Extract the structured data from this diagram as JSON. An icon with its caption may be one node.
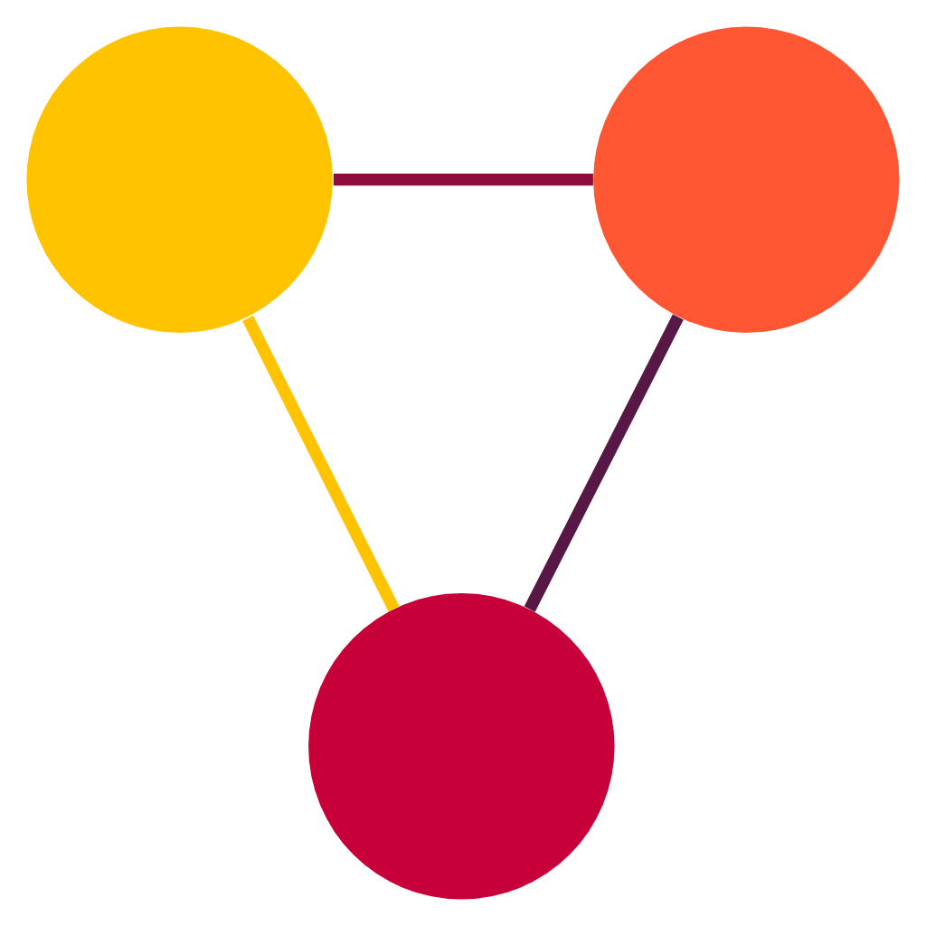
{
  "diagram": {
    "nodes": [
      {
        "text": [],
        "shape": "circle"
      },
      {
        "text": [],
        "shape": "circle"
      },
      {
        "text": [],
        "shape": "circle"
      }
    ],
    "edges": [
      {
        "from": 0,
        "to": 1,
        "arrow": "none",
        "color": "#900c3f"
      },
      {
        "from": 0,
        "to": 2,
        "arrow": "none",
        "color": "#ffc300"
      },
      {
        "from": 1,
        "to": 2,
        "arrow": "none",
        "color": "#581845"
      }
    ]
  }
}
